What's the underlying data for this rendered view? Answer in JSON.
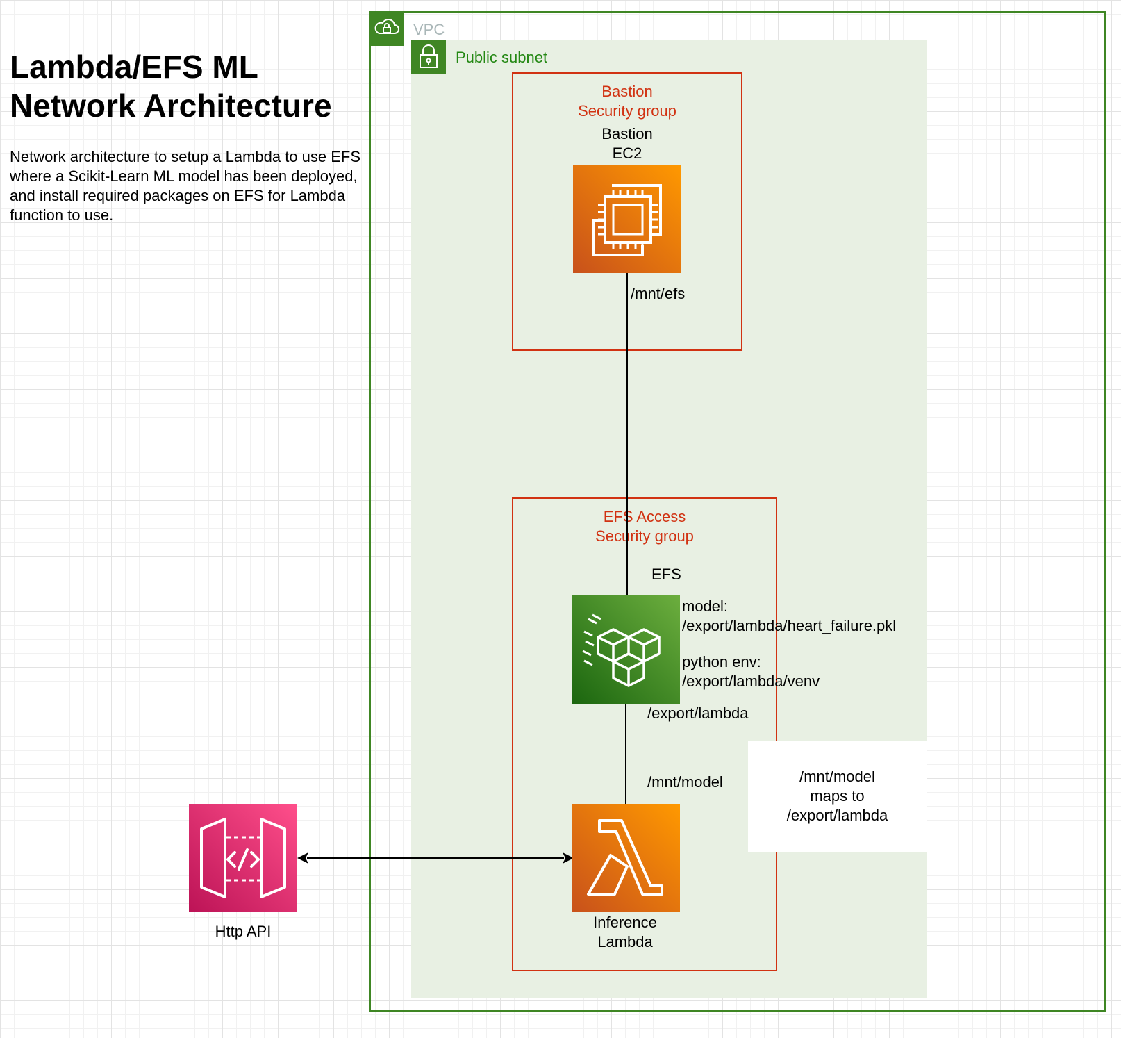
{
  "header": {
    "title": "Lambda/EFS ML Network Architecture",
    "description": "Network architecture to setup a Lambda to use EFS where a Scikit-Learn ML model has been deployed, and install required packages on EFS for Lambda function to use."
  },
  "vpc": {
    "label": "VPC",
    "icon": "vpc-cloud-lock-icon"
  },
  "subnet": {
    "label": "Public subnet",
    "icon": "subnet-lock-icon"
  },
  "bastion_sg": {
    "line1": "Bastion",
    "line2": "Security group"
  },
  "bastion_ec2": {
    "line1": "Bastion",
    "line2": "EC2",
    "icon": "ec2-icon"
  },
  "efs_sg": {
    "line1": "EFS Access",
    "line2": "Security group"
  },
  "efs": {
    "label": "EFS",
    "icon": "efs-icon",
    "model_label": "model:",
    "model_path": "/export/lambda/heart_failure.pkl",
    "env_label": "python env:",
    "env_path": "/export/lambda/venv"
  },
  "connectors": {
    "ec2_mount": "/mnt/efs",
    "efs_export": "/export/lambda",
    "lambda_mount": "/mnt/model"
  },
  "lambda": {
    "line1": "Inference",
    "line2": "Lambda",
    "icon": "lambda-icon"
  },
  "api": {
    "label": "Http API",
    "icon": "api-gateway-icon"
  },
  "note": {
    "line1": "/mnt/model",
    "line2": "maps to",
    "line3": "/export/lambda"
  },
  "colors": {
    "vpc_green": "#3f8624",
    "subnet_fill": "#e8f0e3",
    "subnet_text": "#248814",
    "security_group_red": "#d13212",
    "vpc_text": "#aab7b8"
  }
}
